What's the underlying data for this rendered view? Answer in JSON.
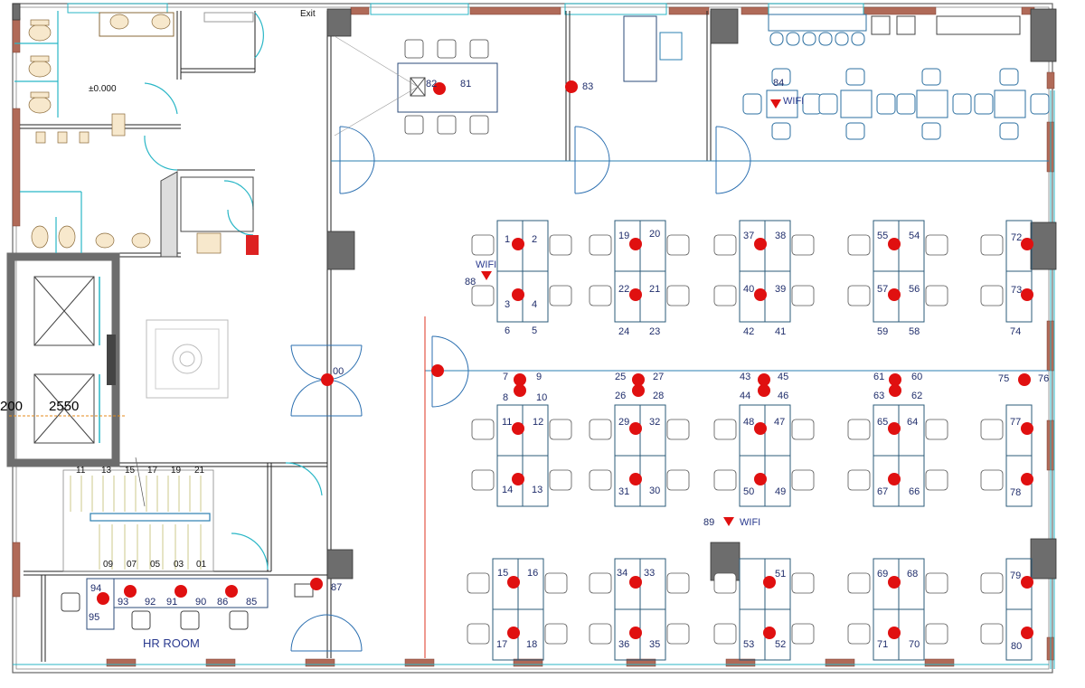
{
  "labels": {
    "exit": "Exit",
    "elevation": "±0.000",
    "hr_room": "HR ROOM",
    "dim_2550": "2550",
    "dim_200": "200",
    "wifi_a": "WIFI",
    "wifi_b": "WIFI",
    "wifi_c": "WIFI"
  },
  "stair_top": [
    "11",
    "13",
    "15",
    "17",
    "19",
    "21"
  ],
  "stair_bottom": [
    "09",
    "07",
    "05",
    "03",
    "01"
  ],
  "points": [
    {
      "id": "82",
      "color": "red"
    },
    {
      "id": "81",
      "color": "red"
    },
    {
      "id": "83",
      "color": "red"
    },
    {
      "id": "84",
      "color": "red"
    },
    {
      "id": "00",
      "color": "red"
    },
    {
      "id": "88",
      "color": "red"
    },
    {
      "id": "87",
      "color": "red"
    },
    {
      "id": "89",
      "color": "red"
    }
  ],
  "seat_numbers": [
    "1",
    "2",
    "3",
    "4",
    "5",
    "6",
    "7",
    "8",
    "9",
    "10",
    "11",
    "12",
    "13",
    "14",
    "15",
    "16",
    "17",
    "18",
    "19",
    "20",
    "21",
    "22",
    "23",
    "24",
    "25",
    "26",
    "27",
    "28",
    "29",
    "30",
    "31",
    "32",
    "33",
    "34",
    "35",
    "36",
    "37",
    "38",
    "39",
    "40",
    "41",
    "42",
    "43",
    "44",
    "45",
    "46",
    "47",
    "48",
    "49",
    "50",
    "51",
    "52",
    "53",
    "54",
    "55",
    "56",
    "57",
    "58",
    "59",
    "60",
    "61",
    "62",
    "63",
    "64",
    "65",
    "66",
    "67",
    "68",
    "69",
    "70",
    "71",
    "72",
    "73",
    "74",
    "75",
    "76",
    "77",
    "78",
    "79",
    "80",
    "85",
    "86",
    "90",
    "91",
    "92",
    "93",
    "94",
    "95"
  ]
}
